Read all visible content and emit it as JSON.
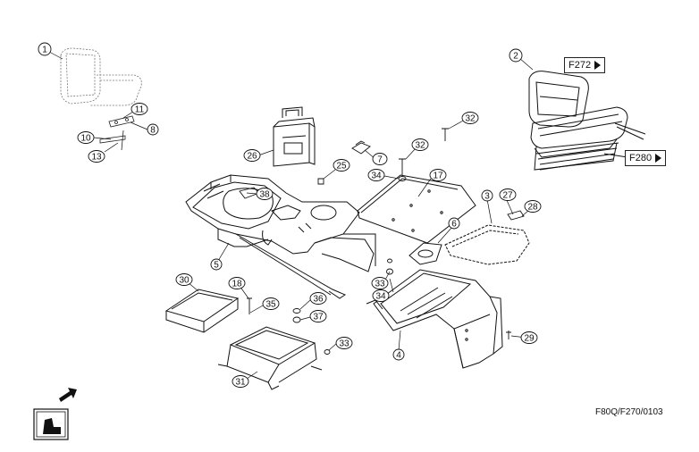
{
  "diagram": {
    "drawing_code": "F80Q/F270/0103",
    "ref_boxes": [
      {
        "id": "ref-f272",
        "label": "F272"
      },
      {
        "id": "ref-f280",
        "label": "F280"
      }
    ],
    "callouts": [
      "1",
      "2",
      "3",
      "4",
      "5",
      "6",
      "7",
      "8",
      "10",
      "11",
      "13",
      "17",
      "18",
      "25",
      "26",
      "27",
      "28",
      "29",
      "30",
      "31",
      "32",
      "32",
      "33",
      "33",
      "33",
      "34",
      "34",
      "35",
      "36",
      "37",
      "38"
    ]
  }
}
